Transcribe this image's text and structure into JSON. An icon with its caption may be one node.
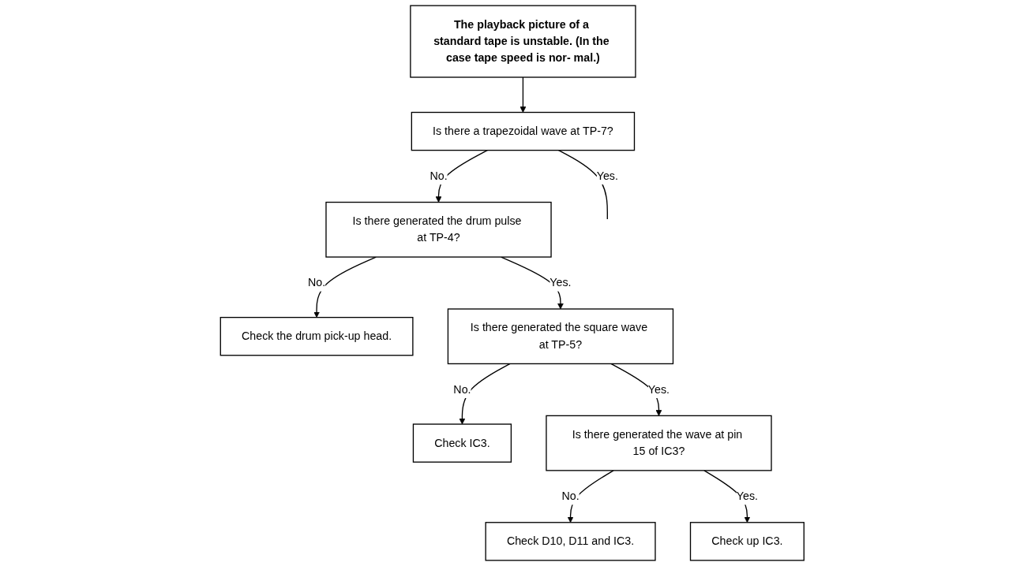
{
  "diagram": {
    "nodes": [
      {
        "text": [
          "The playback picture of a standard tape is unstable. (In the case tape speed is nor- mal.)"
        ]
      },
      {
        "text": [
          "Is there a trapezoidal wave at TP-7?"
        ]
      },
      {
        "text": [
          "Is there generated the drum pulse at TP-4?"
        ]
      },
      {
        "text": [
          "Check the drum pick-up head."
        ]
      },
      {
        "text": [
          "Is there generated the square wave at TP-5?"
        ]
      },
      {
        "text": [
          "Check IC3."
        ]
      },
      {
        "text": [
          "Is there generated the wave at pin 15 of IC3?"
        ]
      },
      {
        "text": [
          "Check D10, D11 and IC3."
        ]
      },
      {
        "text": [
          "Check up IC3."
        ]
      }
    ],
    "edges": [
      {
        "from": 0,
        "to": 1,
        "arrow": "to"
      },
      {
        "from": 1,
        "to": 2,
        "arrow": "to",
        "label": "No."
      },
      {
        "from": 2,
        "to": 3,
        "arrow": "to",
        "label": "No."
      },
      {
        "from": 2,
        "to": 4,
        "arrow": "to",
        "label": "Yes."
      },
      {
        "from": 4,
        "to": 5,
        "arrow": "to",
        "label": "No."
      },
      {
        "from": 4,
        "to": 6,
        "arrow": "to",
        "label": "Yes."
      },
      {
        "from": 6,
        "to": 7,
        "arrow": "to",
        "label": "No."
      },
      {
        "from": 6,
        "to": 8,
        "arrow": "to",
        "label": "Yes."
      },
      {
        "from": 1,
        "to": null,
        "arrow": "none",
        "label": "Yes."
      }
    ]
  }
}
